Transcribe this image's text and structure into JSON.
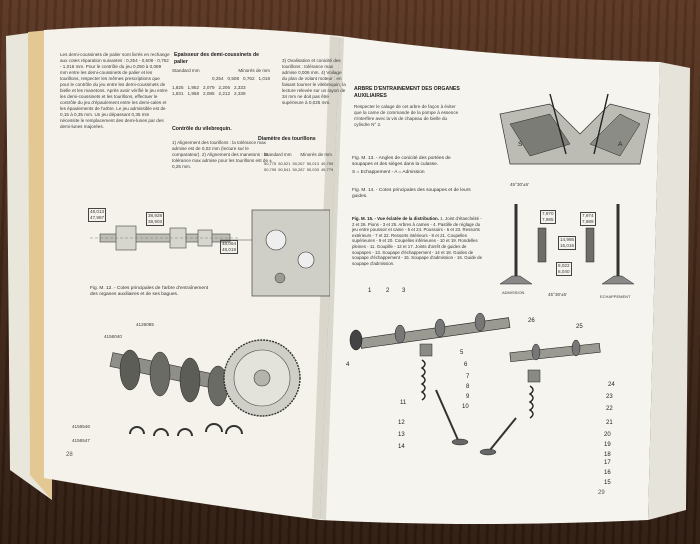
{
  "left_page": {
    "intro_text": "Les demi-coussinets de palier sont livrés en rechange aux cotes réparation suivantes : 0,254 - 0,508 - 0,762 - 1,016 mm. Pour le contrôle du jeu 0,050 à 0,089 mm entre les demi-coussinets de palier et les tourillons, respecter les mêmes prescriptions que pour le contrôle du jeu entre les demi-coussinets de bielle et les manetons. Après avoir vérifié le jeu entre les demi-coussinets et les tourillons, effectuer le contrôle du jeu d'épaulement entre les demi-cales et les épaulements de l'arbre. Le jeu admissible est de 0,15 à 0,35 mm. Un jeu dépassant 0,35 mm nécessite le remplacement des demi-lunes par des demi-lunes majorées.",
    "heading_thickness": "Epaisseur des demi-coussinets de palier",
    "thickness_table": {
      "col1": "Standard mm",
      "col2": "Minorés de mm",
      "minor_values": [
        "0,254",
        "0,508",
        "0,762",
        "1,016"
      ],
      "rows": [
        [
          "1,825",
          "1,952",
          "2,079",
          "2,206",
          "2,333"
        ],
        [
          "1,831",
          "1,958",
          "2,085",
          "2,212",
          "2,339"
        ]
      ]
    },
    "heading_check": "Contrôle du vilebrequin.",
    "check_text": "1) Alignement des tourillons : la tolérance max admise est de 0,02 mm (lecture sur le comparateur). 2) Alignement des manetons : la tolérance max admise pour les tourillons est de ± 0,25 mm.",
    "heading_diameter": "Diamètre des tourillons",
    "diameter_table": {
      "col1": "Standard mm",
      "col2": "Minorés de mm",
      "rows": [
        [
          "50,775",
          "50,521",
          "50,267",
          "50,013",
          "49,759"
        ],
        [
          "50,795",
          "50,541",
          "50,287",
          "50,033",
          "49,779"
        ]
      ]
    },
    "dims": [
      "48,013",
      "47,987",
      "38,928",
      "38,903",
      "48,064",
      "48,019"
    ],
    "fig12_caption": "Fig. M. 12. - Cotes principales de l'arbre d'entraînement des organes auxiliaires et de ses bagues.",
    "codes": [
      "4156040",
      "4126085",
      "4156546",
      "4156547"
    ],
    "page_number": "28"
  },
  "right_page": {
    "top_text": "3) Ovalisation et conicité des tourillons : tolérance max admise 0,006 mm. 4) Voilage du plan de volant moteur : en faisant tourner le vilebrequin, la lecture relevée sur un rayon de 34 mm ne doit pas être supérieure à 0,025 mm.",
    "heading_drive": "ARBRE D'ENTRAINEMENT DES ORGANES AUXILIAIRES",
    "drive_text": "Respecter le calage de cet arbre de façon à éviter que la came de commande de la pompe à essence n'interfère avec la vis de chapeau de bielle du cylindre N° 2.",
    "fig13_caption": "Fig. M. 13. - Angles de conicité des portées de soupapes et des sièges dans la culasse.",
    "fig13_sub": "S = Echappement - A = Admission",
    "fig14_caption": "Fig. M. 14. - Cotes principales des soupapes et de leurs guides.",
    "angle_labels": [
      "45°30'±5'",
      "45°30'±5'"
    ],
    "valve_dims": [
      "7,970",
      "7,985",
      "7,974",
      "7,989",
      "14,986",
      "15,016",
      "8,022",
      "8,040"
    ],
    "valve_labels": [
      "ADMISSION",
      "ECHAPPEMENT"
    ],
    "fig15_caption": "Fig. M. 15. - Vue éclatée de la distribution.",
    "fig15_legend": "1. Joint d'étanchéité - 2 et 26. Pions - 3 et 25. Arbres à cames - 4. Pastille de réglage du jeu entre poussoir et came - 5 et 24. Poussoirs - 6 et 23. Ressorts extérieurs - 7 et 22. Ressorts intérieurs - 8 et 21. Coupelles supérieures - 9 et 20. Coupelles inférieures - 10 et 19. Rondelles pleines - 11. Goupille - 12 et 17. Joints d'arrêt de guides de soupapes - 13. Soupape d'échappement - 14 et 18. Guides de soupape d'échappement - 15. Soupape d'admission - 16. Guide de soupape d'admission.",
    "part_numbers_left": [
      "1",
      "2",
      "3",
      "4",
      "5",
      "6",
      "7",
      "8",
      "9",
      "10",
      "11",
      "12",
      "13",
      "14"
    ],
    "part_numbers_right": [
      "26",
      "25",
      "24",
      "23",
      "22",
      "21",
      "20",
      "19",
      "18",
      "17",
      "16",
      "15"
    ],
    "page_number": "29"
  }
}
